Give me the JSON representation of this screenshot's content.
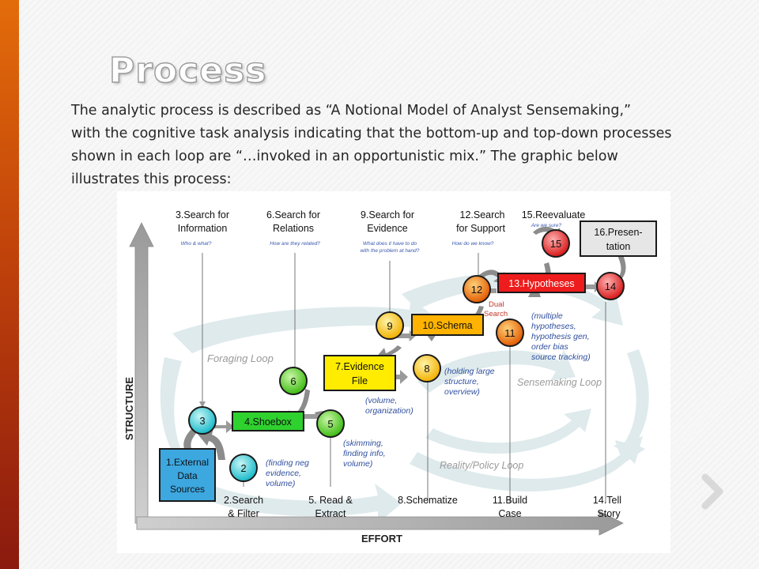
{
  "title": "Process",
  "body_lines": [
    "The analytic process is described as “A Notional Model of Analyst Sensemaking,”",
    "with the cognitive task analysis indicating that the bottom-up and top-down processes",
    "shown in each loop are “…invoked in an opportunistic mix.” The graphic below",
    "illustrates this process:"
  ],
  "diagram": {
    "axis_structure": "STRUCTURE",
    "axis_effort": "EFFORT",
    "loop_foraging": "Foraging Loop",
    "loop_sensemaking": "Sensemaking Loop",
    "loop_reality": "Reality/Policy Loop",
    "top_labels": [
      {
        "l1": "3.Search for",
        "l2": "Information",
        "q": "Who & what?"
      },
      {
        "l1": "6.Search for",
        "l2": "Relations",
        "q": "How are they related?"
      },
      {
        "l1": "9.Search for",
        "l2": "Evidence",
        "q1": "What does it have to do",
        "q2": "with the problem at hand?"
      },
      {
        "l1": "12.Search",
        "l2": "for Support",
        "q": "How do we know?"
      },
      {
        "l1": "15.Reevaluate",
        "q": "Are we sure?"
      }
    ],
    "bottom_labels": [
      {
        "l1": "2.Search",
        "l2": "& Filter"
      },
      {
        "l1": "5. Read &",
        "l2": "Extract"
      },
      {
        "l1": "8.Schematize"
      },
      {
        "l1": "11.Build",
        "l2": "Case"
      },
      {
        "l1": "14.Tell",
        "l2": "Story"
      }
    ],
    "boxes": {
      "external": [
        "1.External",
        "Data",
        "Sources"
      ],
      "shoebox": "4.Shoebox",
      "evidence": [
        "7.Evidence",
        "File"
      ],
      "schema": "10.Schema",
      "hypotheses": "13.Hypotheses",
      "presentation": [
        "16.Presen-",
        "tation"
      ]
    },
    "circles": [
      "2",
      "3",
      "5",
      "6",
      "8",
      "9",
      "11",
      "12",
      "14",
      "15"
    ],
    "notes": {
      "n2": [
        "(finding neg",
        "evidence,",
        "volume)"
      ],
      "n5": [
        "(skimming,",
        "finding info,",
        "volume)"
      ],
      "n7": [
        "(volume,",
        "organization)"
      ],
      "n8": [
        "(holding large",
        "structure,",
        "overview)"
      ],
      "n11": [
        "(multiple",
        "hypotheses,",
        "hypothesis gen,",
        "order bias",
        "source tracking)"
      ],
      "dual": [
        "Dual",
        "Search"
      ]
    },
    "colors": {
      "blue_box": "#3da7e0",
      "green_box": "#2ed12e",
      "yellow_box": "#ffec00",
      "orange_box": "#ffb300",
      "red_box": "#ee1c1c",
      "gray_box": "#e6e6e6"
    }
  },
  "nav": {
    "next_icon": "chevron-right-icon",
    "color": "#d9d9d9"
  }
}
